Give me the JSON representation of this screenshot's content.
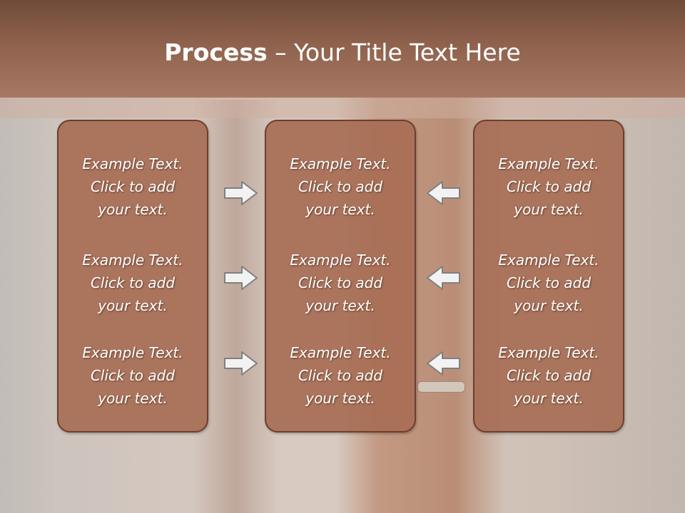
{
  "slide": {
    "title_bold": "Process",
    "title_rest": " – Your Title Text Here"
  },
  "columns": [
    {
      "items": [
        {
          "line1": "Example Text.",
          "line2": "Click  to add",
          "line3": "your text."
        },
        {
          "line1": "Example Text.",
          "line2": "Click  to add",
          "line3": "your text."
        },
        {
          "line1": "Example Text.",
          "line2": "Click  to add",
          "line3": "your text."
        }
      ]
    },
    {
      "items": [
        {
          "line1": "Example Text.",
          "line2": "Click  to add",
          "line3": "your text."
        },
        {
          "line1": "Example Text.",
          "line2": "Click  to add",
          "line3": "your text."
        },
        {
          "line1": "Example Text.",
          "line2": "Click  to add",
          "line3": "your text."
        }
      ]
    },
    {
      "items": [
        {
          "line1": "Example Text.",
          "line2": "Click  to add",
          "line3": "your text."
        },
        {
          "line1": "Example Text.",
          "line2": "Click  to add",
          "line3": "your text."
        },
        {
          "line1": "Example Text.",
          "line2": "Click  to add",
          "line3": "your text."
        }
      ]
    }
  ],
  "arrows": {
    "left_group_direction": "right",
    "right_group_direction": "left",
    "icon_left": "arrow-right-icon",
    "icon_right": "arrow-left-icon"
  },
  "colors": {
    "header": "#8f624d",
    "box_fill": "#a86e55",
    "box_border": "#6b3f2f",
    "text": "#ffffff"
  }
}
